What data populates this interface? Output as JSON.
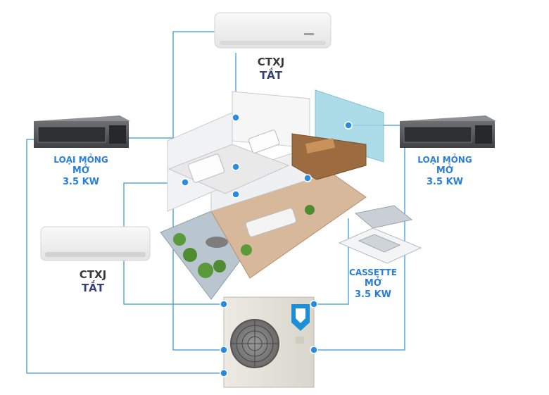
{
  "units": {
    "wall_top": {
      "name": "CTXJ",
      "state": "TẮT"
    },
    "duct_left": {
      "name": "LOẠI MỎNG",
      "state": "MỞ",
      "power": "3.5 KW"
    },
    "duct_right": {
      "name": "LOẠI MỎNG",
      "state": "MỞ",
      "power": "3.5 KW"
    },
    "wall_left": {
      "name": "CTXJ",
      "state": "TẮT"
    },
    "cassette": {
      "name": "CASSETTE",
      "state": "MỞ",
      "power": "3.5 KW"
    }
  },
  "colors": {
    "line": "#5aa9de",
    "dot": "#2a8be0",
    "label_blue": "#2a7fd6",
    "label_dark": "#3a3a3a",
    "label_navy": "#34417a",
    "daikin_blue": "#1c8fd8"
  }
}
